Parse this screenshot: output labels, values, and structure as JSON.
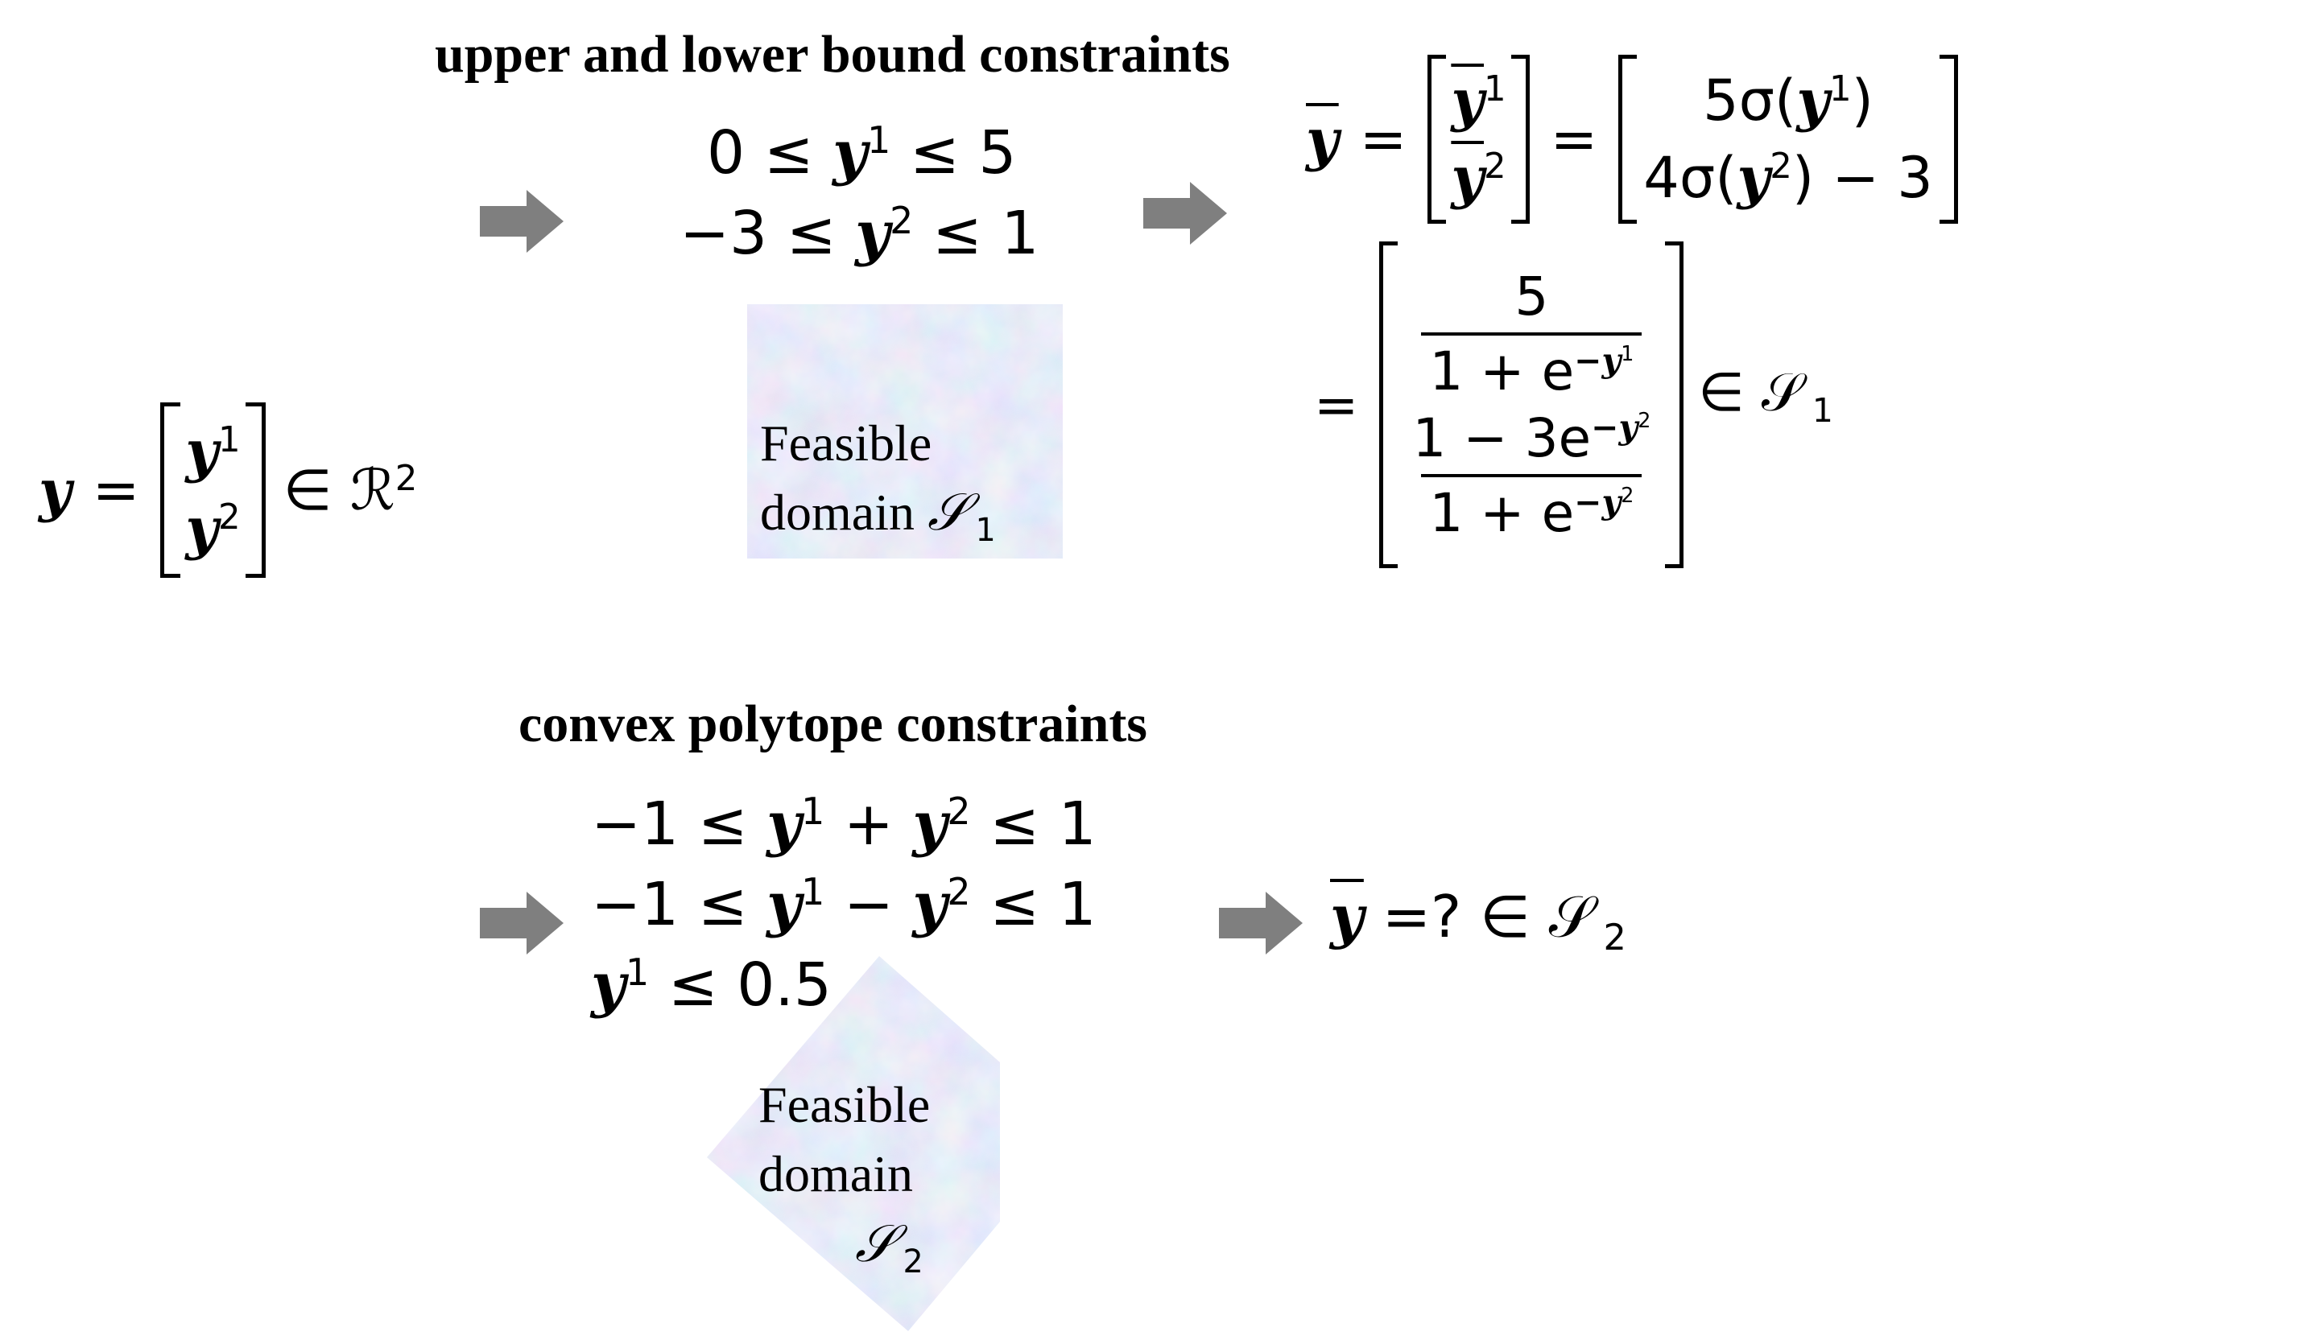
{
  "input_vector": {
    "lhs": "y",
    "entries": [
      "y",
      "y"
    ],
    "sup1": "1",
    "sup2": "2",
    "membership": "∈ ℛ",
    "membership_sup": "2"
  },
  "upper_lower": {
    "heading": "upper and lower bound constraints",
    "line1": [
      "0 ≤ ",
      "y",
      "1",
      " ≤ 5"
    ],
    "line2": [
      "−3 ≤ ",
      "y",
      "2",
      " ≤ 1"
    ],
    "feasible_label_1": "Feasible",
    "feasible_label_2": "domain ",
    "domain_symbol": "𝒮",
    "domain_sub": "1"
  },
  "output_transform": {
    "ybar": "y",
    "left_entries": [
      "y",
      "y"
    ],
    "right_top": [
      "5σ(",
      "y",
      "1",
      ")"
    ],
    "right_bottom": [
      "4σ(",
      "y",
      "2",
      ") − 3"
    ],
    "frac1_num": "5",
    "frac1_den": [
      "1 + e",
      "−y",
      "1"
    ],
    "frac2_num": [
      "1 − 3e",
      "−y",
      "2"
    ],
    "frac2_den": [
      "1 + e",
      "−y",
      "2"
    ],
    "membership": "∈ 𝒮",
    "membership_sub": "1"
  },
  "polytope": {
    "heading": "convex polytope constraints",
    "line1": [
      "−1 ≤ ",
      "y",
      "1",
      " + ",
      "y",
      "2",
      " ≤ 1"
    ],
    "line2": [
      "−1 ≤ ",
      "y",
      "1",
      " − ",
      "y",
      "2",
      " ≤ 1"
    ],
    "line3": [
      "y",
      "1",
      " ≤ 0.5"
    ],
    "feasible_label_1": "Feasible",
    "feasible_label_2": "domain",
    "domain_symbol": "𝒮",
    "domain_sub": "2",
    "result": [
      "y",
      " =? ∈ 𝒮",
      "2"
    ]
  },
  "colors": {
    "arrow": "#7f7f7f",
    "feasible_fill_a": "#b8d4f2",
    "feasible_fill_b": "#c8b6ea",
    "feasible_fill_c": "#a9dcef"
  }
}
